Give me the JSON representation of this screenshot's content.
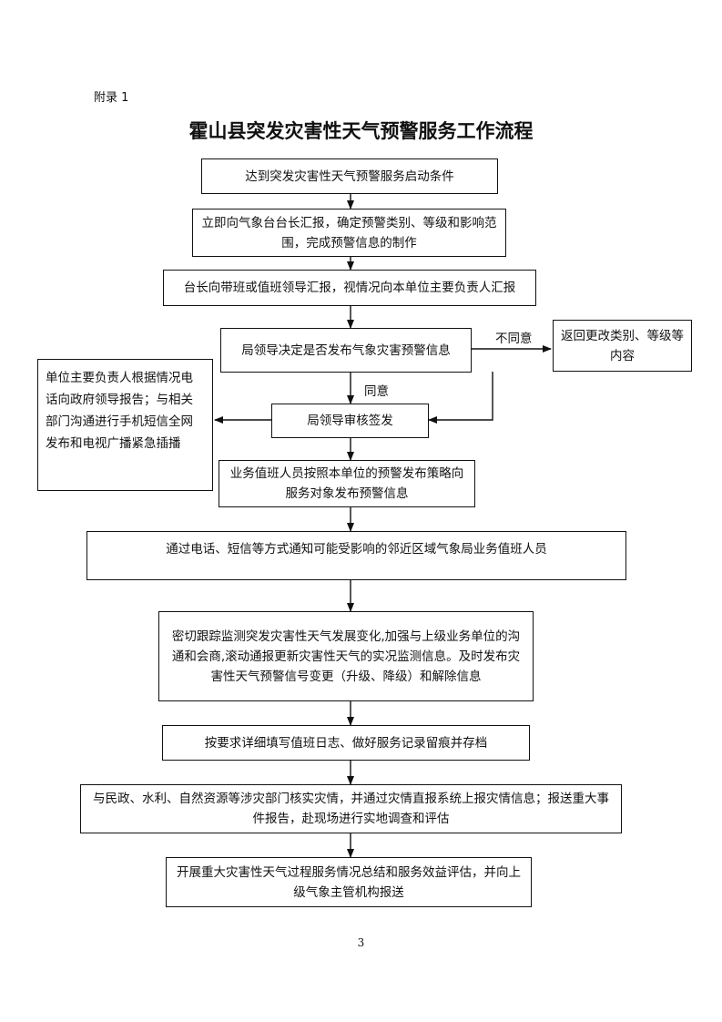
{
  "appendix_label": "附录 1",
  "title": "霍山县突发灾害性天气预警服务工作流程",
  "nodes": {
    "n1": "达到突发灾害性天气预警服务启动条件",
    "n2": "立即向气象台台长汇报，确定预警类别、等级和影响范围，完成预警信息的制作",
    "n3": "台长向带班或值班领导汇报，视情况向本单位主要负责人汇报",
    "n4": "局领导决定是否发布气象灾害预警信息",
    "n5": "返回更改类别、等级等内容",
    "n6": "单位主要负责人根据情况电话向政府领导报告；与相关部门沟通进行手机短信全网发布和电视广播紧急插播",
    "n7": "局领导审核签发",
    "n8": "业务值班人员按照本单位的预警发布策略向服务对象发布预警信息",
    "n9": "通过电话、短信等方式通知可能受影响的邻近区域气象局业务值班人员",
    "n10": "密切跟踪监测突发灾害性天气发展变化,加强与上级业务单位的沟通和会商,滚动通报更新灾害性天气的实况监测信息。及时发布灾害性天气预警信号变更（升级、降级）和解除信息",
    "n11": "按要求详细填写值班日志、做好服务记录留痕并存档",
    "n12": "与民政、水利、自然资源等涉灾部门核实灾情，并通过灾情直报系统上报灾情信息；报送重大事件报告，赴现场进行实地调查和评估",
    "n13": "开展重大灾害性天气过程服务情况总结和服务效益评估，并向上级气象主管机构报送"
  },
  "edge_labels": {
    "disagree": "不同意",
    "agree": "同意"
  },
  "page_number": "3"
}
